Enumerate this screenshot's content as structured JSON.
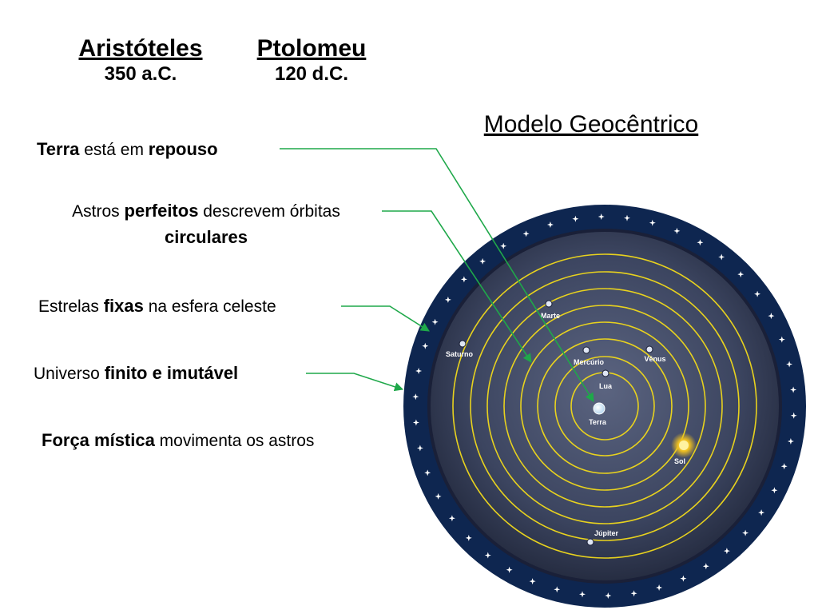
{
  "header": {
    "aristoteles": {
      "name": "Aristóteles",
      "date": "350 a.C."
    },
    "ptolomeu": {
      "name": "Ptolomeu",
      "date": "120 d.C."
    }
  },
  "model_title": "Modelo Geocêntrico",
  "statements": [
    {
      "bold1": "Terra",
      "text1": " está em ",
      "bold2": "repouso"
    },
    {
      "text1": "Astros ",
      "bold1": "perfeitos",
      "text2": " descrevem órbitas ",
      "bold2": "circulares"
    },
    {
      "text1": "Estrelas ",
      "bold1": "fixas",
      "text2": " na esfera celeste"
    },
    {
      "text1": "Universo ",
      "bold1": "finito e imutável"
    },
    {
      "bold1": "Força mística",
      "text1": " movimenta os astros"
    }
  ],
  "diagram": {
    "bodies": [
      {
        "key": "terra",
        "label": "Terra"
      },
      {
        "key": "lua",
        "label": "Lua"
      },
      {
        "key": "mercurio",
        "label": "Mercúrio"
      },
      {
        "key": "venus",
        "label": "Vênus"
      },
      {
        "key": "sol",
        "label": "Sol"
      },
      {
        "key": "marte",
        "label": "Marte"
      },
      {
        "key": "jupiter",
        "label": "Júpiter"
      },
      {
        "key": "saturno",
        "label": "Saturno"
      }
    ],
    "colors": {
      "orbit": "#e8d21e",
      "arrow": "#1fa84a",
      "sky": "#3c4560",
      "rim": "#0e2650",
      "star": "#ffffff"
    }
  }
}
